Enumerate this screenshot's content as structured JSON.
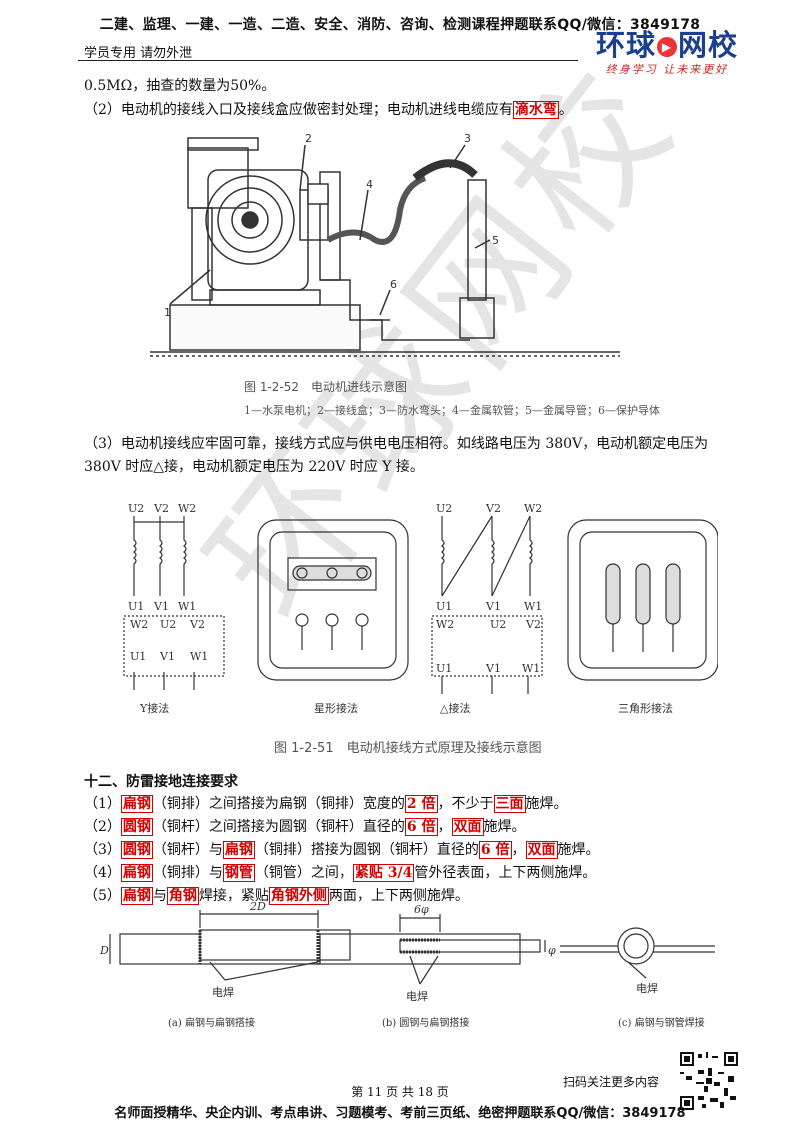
{
  "header": {
    "top_banner": "二建、监理、一建、一造、二造、安全、消防、咨询、检测课程押题联系QQ/微信：3849178",
    "left_note": "学员专用 请勿外泄",
    "logo_main_a": "环球",
    "logo_main_b": "网校",
    "logo_slogan": "终身学习 让未来更好"
  },
  "body": {
    "line1": "0.5MΩ，抽查的数量为50%。",
    "line2_pre": "（2）电动机的接线入口及接线盒应做密封处理；电动机进线电缆应有",
    "line2_hl": "滴水弯",
    "line2_post": "。",
    "fig52_title": "图 1-2-52　电动机进线示意图",
    "fig52_legend": "1—水泵电机；2—接线盒；3—防水弯头；4—金属软管；5—金属导管；6—保护导体",
    "fig52_labels": [
      "1",
      "2",
      "3",
      "4",
      "5",
      "6"
    ],
    "line3a": "（3）电动机接线应牢固可靠，接线方式应与供电电压相符。如线路电压为 380V，电动机额定电压为",
    "line3b": "380V 时应△接，电动机额定电压为 220V 时应 Y 接。",
    "fig51_labels": {
      "u2": "U2",
      "v2": "V2",
      "w2": "W2",
      "u1": "U1",
      "v1": "V1",
      "w1": "W1",
      "y_method": "Y接法",
      "star_method": "星形接法",
      "delta_method": "△接法",
      "triangle_method": "三角形接法"
    },
    "fig51_title": "图 1-2-51　电动机接线方式原理及接线示意图",
    "section_title": "十二、防雷接地连接要求",
    "items": [
      {
        "parts": [
          [
            "（1）",
            0
          ],
          [
            "扁钢",
            1
          ],
          [
            "（铜排）之间搭接为扁钢（铜排）宽度的",
            0
          ],
          [
            "2 倍",
            1
          ],
          [
            "，不少于",
            0
          ],
          [
            "三面",
            1
          ],
          [
            "施焊。",
            0
          ]
        ]
      },
      {
        "parts": [
          [
            "（2）",
            0
          ],
          [
            "圆钢",
            1
          ],
          [
            "（铜杆）之间搭接为圆钢（铜杆）直径的",
            0
          ],
          [
            "6 倍",
            1
          ],
          [
            "，",
            0
          ],
          [
            "双面",
            1
          ],
          [
            "施焊。",
            0
          ]
        ]
      },
      {
        "parts": [
          [
            "（3）",
            0
          ],
          [
            "圆钢",
            1
          ],
          [
            "（铜杆）与",
            0
          ],
          [
            "扁钢",
            1
          ],
          [
            "（铜排）搭接为圆钢（铜杆）直径的",
            0
          ],
          [
            "6 倍",
            1
          ],
          [
            "，",
            0
          ],
          [
            "双面",
            1
          ],
          [
            "施焊。",
            0
          ]
        ]
      },
      {
        "parts": [
          [
            "（4）",
            0
          ],
          [
            "扁钢",
            1
          ],
          [
            "（铜排）与",
            0
          ],
          [
            "钢管",
            1
          ],
          [
            "（铜管）之间，",
            0
          ],
          [
            "紧贴 3/4",
            1
          ],
          [
            "管外径表面，上下两侧施焊。",
            0
          ]
        ]
      },
      {
        "parts": [
          [
            "（5）",
            0
          ],
          [
            "扁钢",
            1
          ],
          [
            "与",
            0
          ],
          [
            "角钢",
            1
          ],
          [
            "焊接，紧贴",
            0
          ],
          [
            "角钢外侧",
            1
          ],
          [
            "两面，上下两侧施焊。",
            0
          ]
        ]
      }
    ],
    "weld_fig": {
      "dim_a": "2D",
      "dim_b": "6φ",
      "side_d": "D",
      "side_phi": "φ",
      "weld": "电焊",
      "cap_a": "(a) 扁钢与扁钢搭接",
      "cap_b": "(b) 圆钢与扁钢搭接",
      "cap_c": "(c) 扁钢与钢管焊接"
    }
  },
  "footer": {
    "scan_text": "扫码关注更多内容",
    "page": "第 11 页 共 18 页",
    "bottom": "名师面授精华、央企内训、考点串讲、习题模考、考前三页纸、绝密押题联系QQ/微信：3849178"
  },
  "watermark": "环球网校"
}
